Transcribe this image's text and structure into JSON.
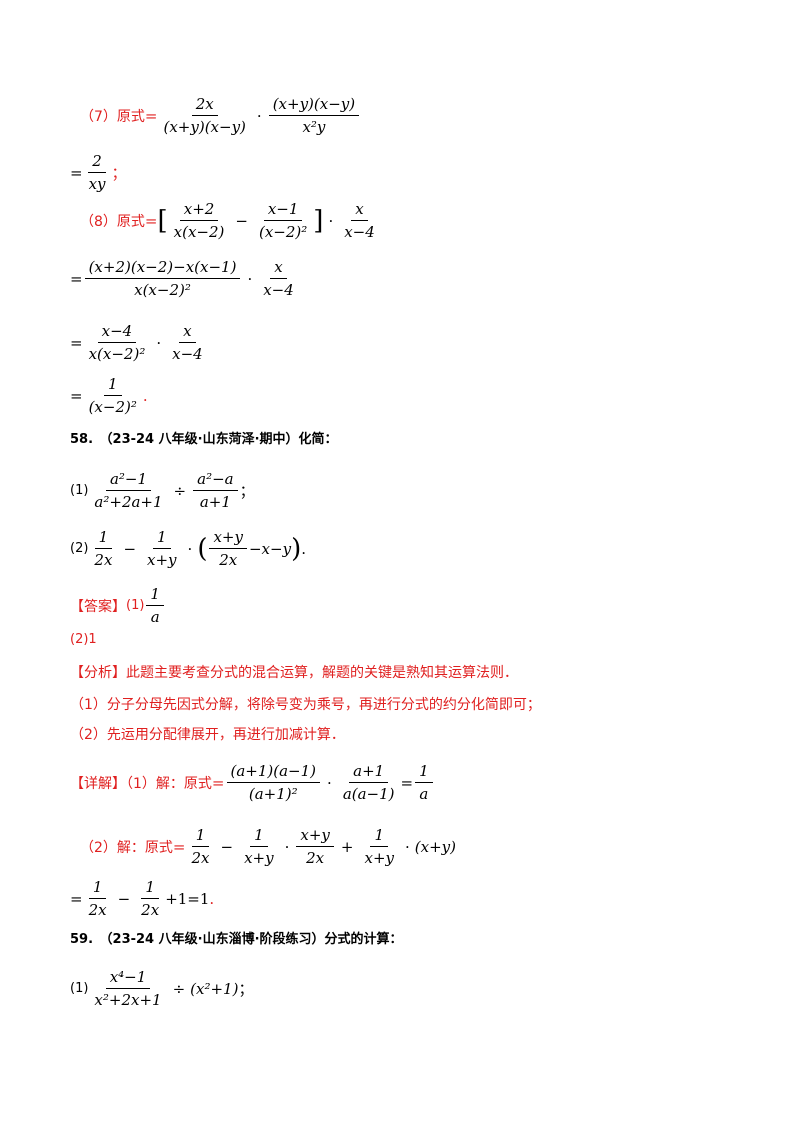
{
  "step7": {
    "label": "（7）原式",
    "eq": "=",
    "f1_num": "2x",
    "f1_den": "(x+y)(x−y)",
    "dot": "·",
    "f2_num": "(x+y)(x−y)",
    "f2_den": "x²y"
  },
  "step7b": {
    "eq": "=",
    "num": "2",
    "den": "xy",
    "end": "；"
  },
  "step8": {
    "label": "（8）原式",
    "eq": "=",
    "open": "[",
    "f1_num": "x+2",
    "f1_den": "x(x−2)",
    "minus": "−",
    "f2_num": "x−1",
    "f2_den": "(x−2)²",
    "close": "]",
    "dot": "·",
    "f3_num": "x",
    "f3_den": "x−4"
  },
  "step8b": {
    "eq": "=",
    "num": "(x+2)(x−2)−x(x−1)",
    "den": "x(x−2)²",
    "dot": "·",
    "f2_num": "x",
    "f2_den": "x−4"
  },
  "step8c": {
    "eq": "=",
    "num": "x−4",
    "den": "x(x−2)²",
    "dot": "·",
    "f2_num": "x",
    "f2_den": "x−4"
  },
  "step8d": {
    "eq": "=",
    "num": "1",
    "den": "(x−2)²",
    "end": "."
  },
  "q58": {
    "title": "58.　（23-24 八年级·山东菏泽·期中）化简：",
    "p1_label": "(1)",
    "p1_f1_num": "a²−1",
    "p1_f1_den": "a²+2a+1",
    "p1_op": "÷",
    "p1_f2_num": "a²−a",
    "p1_f2_den": "a+1",
    "p1_end": "；",
    "p2_label": "(2)",
    "p2_f1_num": "1",
    "p2_f1_den": "2x",
    "p2_minus": "−",
    "p2_f2_num": "1",
    "p2_f2_den": "x+y",
    "p2_dot": "·",
    "p2_f3_num": "x+y",
    "p2_f3_den": "2x",
    "p2_rest": "−x−y",
    "p2_end": "."
  },
  "answer": {
    "label": "【答案】",
    "p1": "(1)",
    "num": "1",
    "den": "a",
    "p2": "(2)1"
  },
  "analysis": {
    "line1": "【分析】此题主要考查分式的混合运算，解题的关键是熟知其运算法则．",
    "line2": "（1）分子分母先因式分解，将除号变为乘号，再进行分式的约分化简即可；",
    "line3": "（2）先运用分配律展开，再进行加减计算．"
  },
  "detail": {
    "label": "【详解】（1）解：原式",
    "eq": "=",
    "f1_num": "(a+1)(a−1)",
    "f1_den": "(a+1)²",
    "dot": "·",
    "f2_num": "a+1",
    "f2_den": "a(a−1)",
    "eq2": "=",
    "f3_num": "1",
    "f3_den": "a"
  },
  "detail2": {
    "label": "（2）解：原式",
    "eq": "=",
    "f1_num": "1",
    "f1_den": "2x",
    "minus": "−",
    "f2_num": "1",
    "f2_den": "x+y",
    "dot": "·",
    "f3_num": "x+y",
    "f3_den": "2x",
    "plus": "+",
    "f4_num": "1",
    "f4_den": "x+y",
    "dot2": "·",
    "tail": "(x+y)"
  },
  "detail2b": {
    "eq": "=",
    "f1_num": "1",
    "f1_den": "2x",
    "minus": "−",
    "f2_num": "1",
    "f2_den": "2x",
    "tail": "+1=1",
    "end": "."
  },
  "q59": {
    "title": "59.　（23-24 八年级·山东淄博·阶段练习）分式的计算：",
    "p1_label": "(1)",
    "f_num": "x⁴−1",
    "f_den": "x²+2x+1",
    "op": "÷",
    "tail": "(x²+1)",
    "end": "；"
  }
}
